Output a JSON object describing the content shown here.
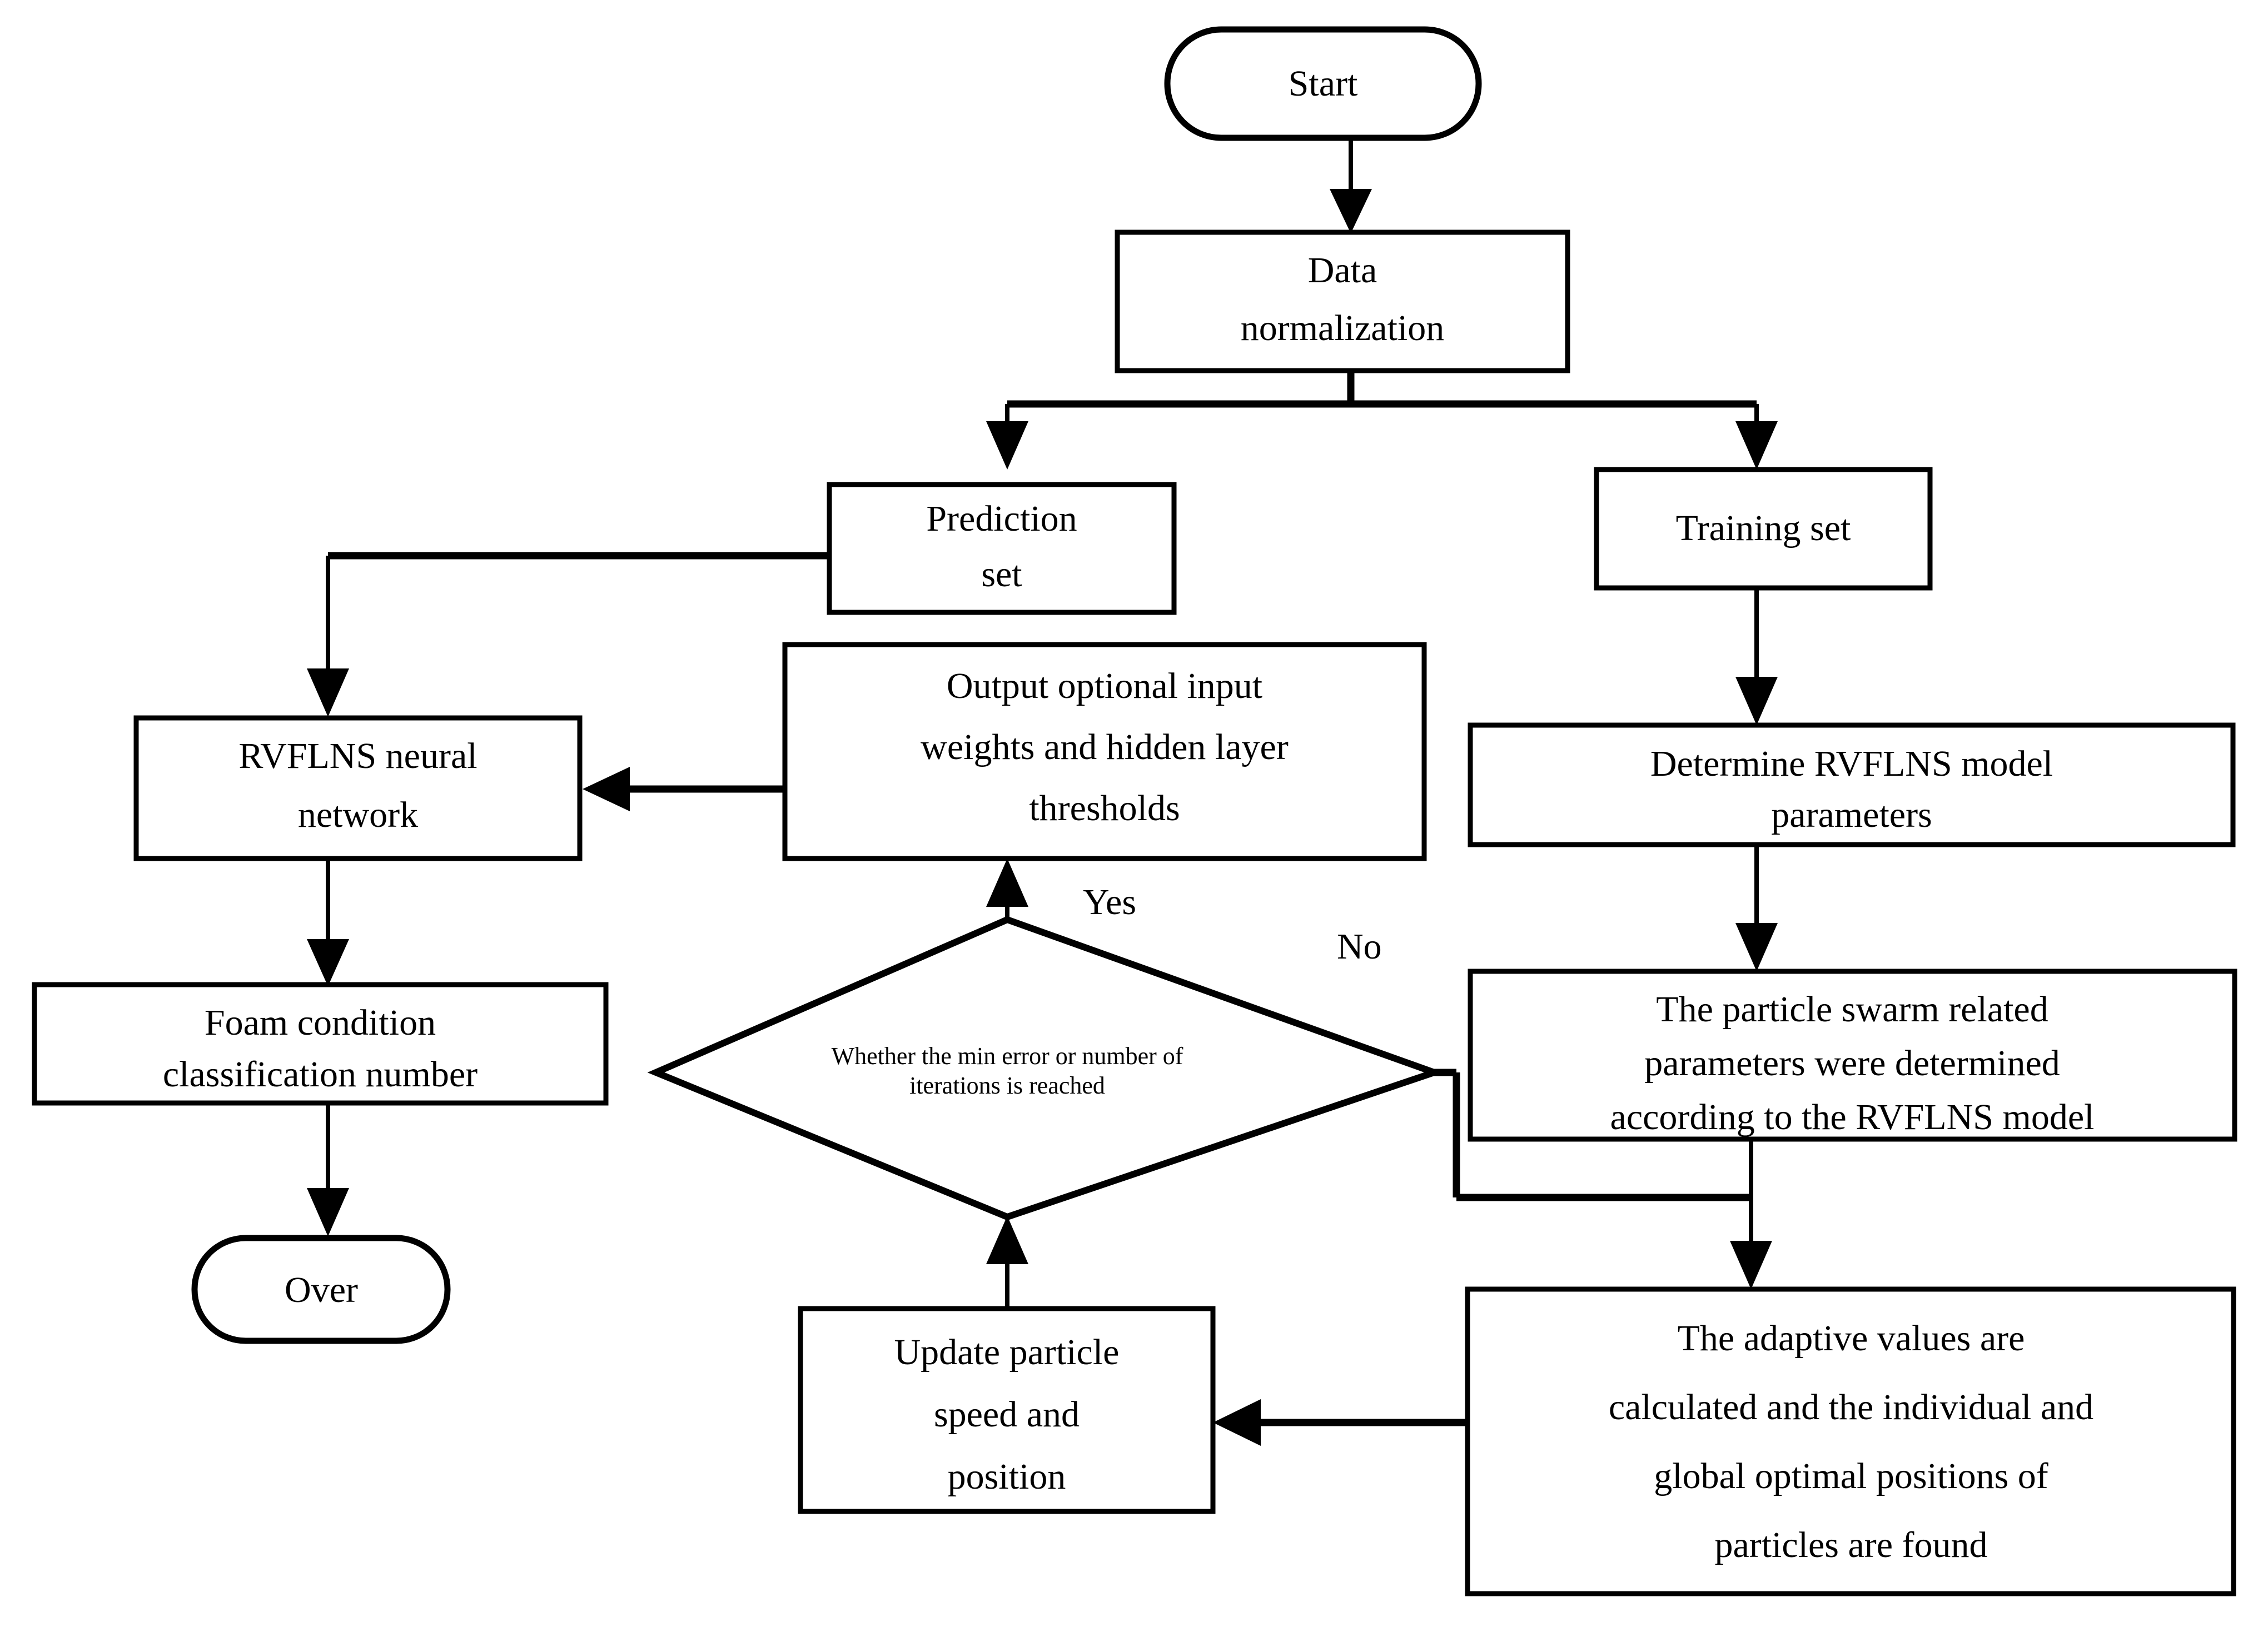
{
  "diagram": {
    "title": "RVFLNS neural network with particle swarm optimization flowchart",
    "type": "flowchart",
    "stroke_color": "#000000",
    "fill_color": "#ffffff",
    "background": "#ffffff"
  },
  "nodes": {
    "start": {
      "shape": "terminator",
      "label": "Start"
    },
    "data_normalization": {
      "shape": "process",
      "line1": "Data",
      "line2": "normalization"
    },
    "prediction_set": {
      "shape": "process",
      "line1": "Prediction",
      "line2": "set"
    },
    "training_set": {
      "shape": "process",
      "line1": "Training set"
    },
    "rvflns_neural_network": {
      "shape": "process",
      "line1": "RVFLNS neural",
      "line2": "network"
    },
    "output_weights": {
      "shape": "process",
      "line1": "Output optional input",
      "line2": "weights and hidden layer",
      "line3": "thresholds"
    },
    "determine_model_parameters": {
      "shape": "process",
      "line1": "Determine RVFLNS model",
      "line2": "parameters"
    },
    "foam_condition": {
      "shape": "process",
      "line1": "Foam condition",
      "line2": "classification number"
    },
    "decision": {
      "shape": "decision",
      "line1": "Whether the min error or number of",
      "line2": "iterations is reached"
    },
    "particle_swarm_params": {
      "shape": "process",
      "line1": "The particle swarm related",
      "line2": "parameters were determined",
      "line3": "according to the RVFLNS model"
    },
    "over": {
      "shape": "terminator",
      "label": "Over"
    },
    "update_particle": {
      "shape": "process",
      "line1": "Update particle",
      "line2": "speed and",
      "line3": "position"
    },
    "adaptive_values": {
      "shape": "process",
      "line1": "The adaptive values are",
      "line2": "calculated and the individual and",
      "line3": "global optimal positions of",
      "line4": "particles are found"
    }
  },
  "edge_labels": {
    "yes": "Yes",
    "no": "No"
  },
  "edges": [
    {
      "from": "start",
      "to": "data_normalization",
      "label": ""
    },
    {
      "from": "data_normalization",
      "to": "prediction_set",
      "label": ""
    },
    {
      "from": "data_normalization",
      "to": "training_set",
      "label": ""
    },
    {
      "from": "prediction_set",
      "to": "rvflns_neural_network",
      "label": ""
    },
    {
      "from": "output_weights",
      "to": "rvflns_neural_network",
      "label": ""
    },
    {
      "from": "rvflns_neural_network",
      "to": "foam_condition",
      "label": ""
    },
    {
      "from": "foam_condition",
      "to": "over",
      "label": ""
    },
    {
      "from": "training_set",
      "to": "determine_model_parameters",
      "label": ""
    },
    {
      "from": "determine_model_parameters",
      "to": "particle_swarm_params",
      "label": ""
    },
    {
      "from": "particle_swarm_params",
      "to": "adaptive_values",
      "label": ""
    },
    {
      "from": "adaptive_values",
      "to": "update_particle",
      "label": ""
    },
    {
      "from": "update_particle",
      "to": "decision",
      "label": ""
    },
    {
      "from": "decision",
      "to": "output_weights",
      "label": "Yes"
    },
    {
      "from": "decision",
      "to": "adaptive_values",
      "label": "No"
    }
  ]
}
